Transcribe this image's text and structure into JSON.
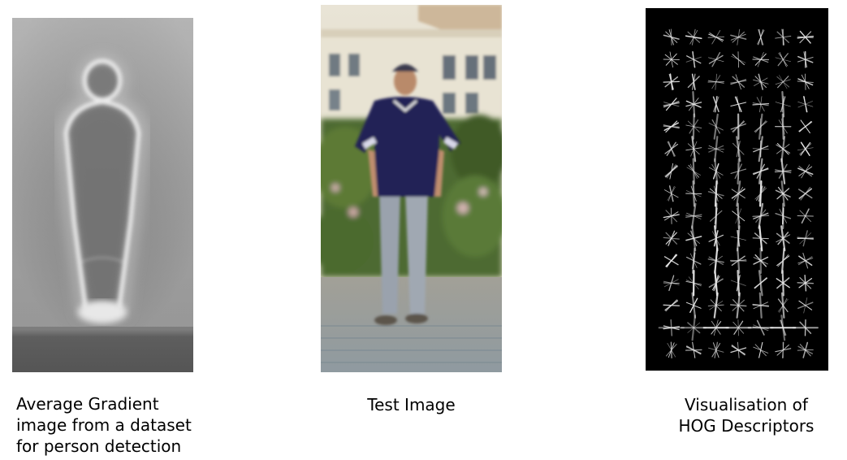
{
  "panels": {
    "gradient": {
      "icon": "average-gradient-person-image",
      "caption_lines": [
        "Average Gradient",
        "image from a dataset",
        "for person detection"
      ]
    },
    "photo": {
      "icon": "test-photo-standing-person",
      "caption_lines": [
        "Test Image"
      ]
    },
    "hog": {
      "icon": "hog-descriptor-visualisation",
      "caption_lines": [
        "Visualisation of",
        "HOG Descriptors"
      ]
    }
  },
  "colors": {
    "background": "#ffffff",
    "text": "#000000",
    "hog_background": "#000000",
    "hog_strokes": "#e6e6e6"
  }
}
